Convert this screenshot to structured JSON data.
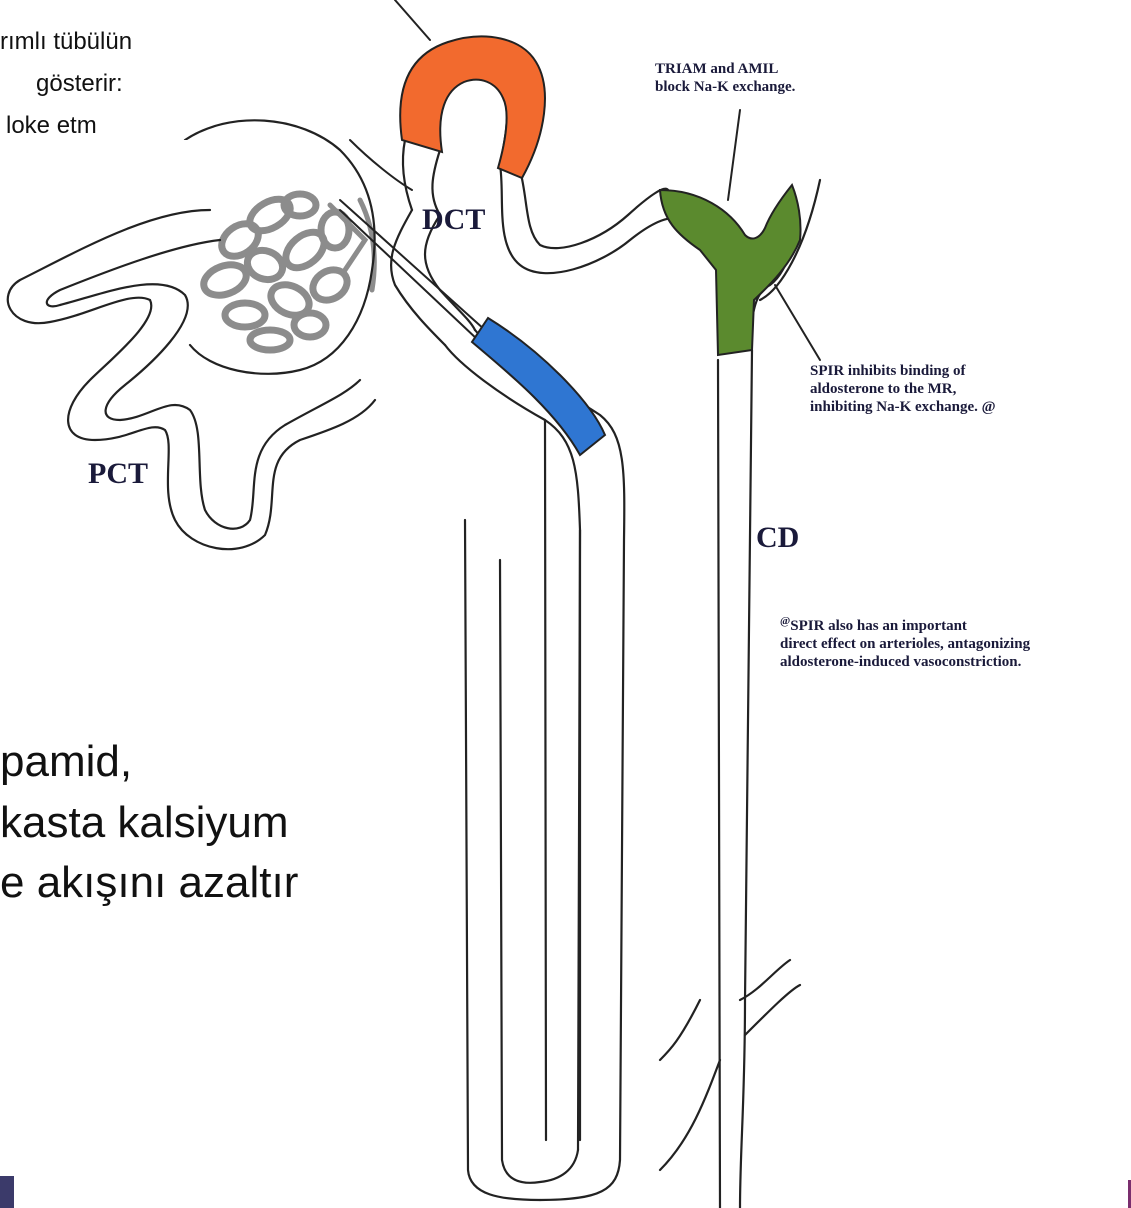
{
  "slide_text": {
    "top_lines": [
      "rımlı tübülün",
      "gösterir:",
      "loke etm"
    ],
    "body_lines": [
      "pamid,",
      "kasta kalsiyum",
      "e akışını azaltır"
    ]
  },
  "diagram": {
    "labels": {
      "dct": "DCT",
      "pct": "PCT",
      "cd": "CD"
    },
    "notes": {
      "triam_amil": [
        "TRIAM and AMIL",
        "block Na-K exchange."
      ],
      "spir": [
        "SPIR inhibits binding of",
        "aldosterone to the MR,",
        "inhibiting Na-K exchange. @"
      ],
      "spir_also_marker": "@",
      "spir_also": [
        "SPIR also has an important",
        "direct effect on arterioles, antagonizing",
        "aldosterone-induced vasoconstriction."
      ]
    },
    "colors": {
      "loop_segment": "#f26a2e",
      "blue_segment": "#2f76d2",
      "green_segment": "#5b8a2e",
      "glomerulus": "#8c8c8c",
      "outline": "#222222"
    }
  }
}
